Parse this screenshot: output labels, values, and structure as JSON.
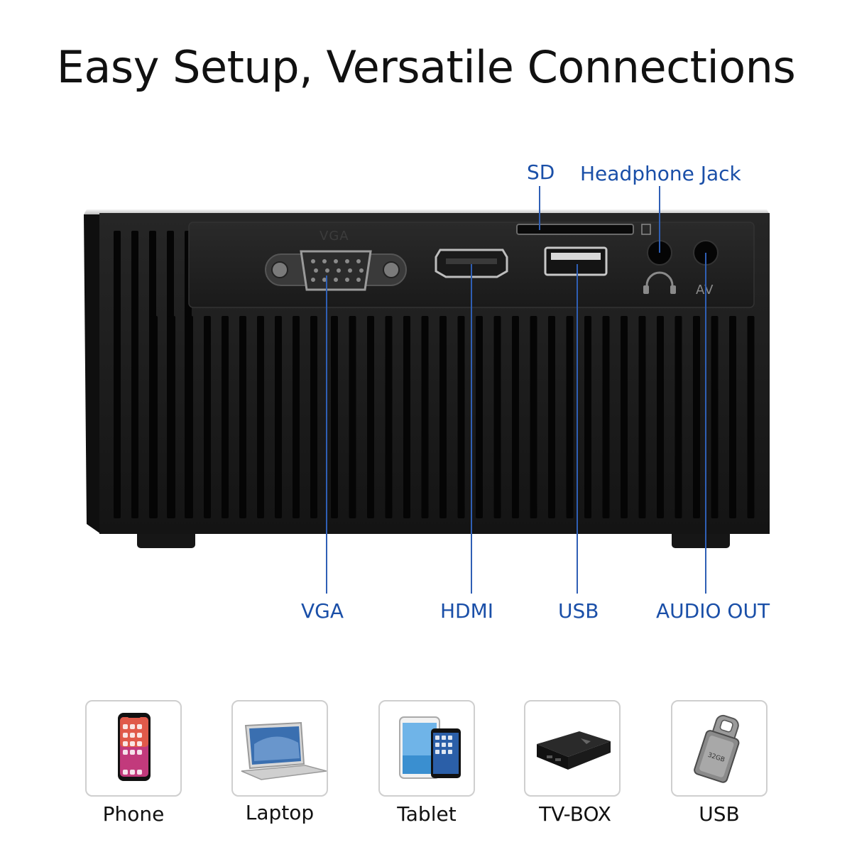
{
  "headline": "Easy Setup, Versatile Connections",
  "callouts": {
    "sd": "SD",
    "headphone": "Headphone Jack",
    "vga": "VGA",
    "hdmi": "HDMI",
    "usb": "USB",
    "audio_out": "AUDIO OUT"
  },
  "port_prints": {
    "vga": "VGA",
    "av": "AV"
  },
  "devices": [
    {
      "label": "Phone",
      "icon": "smartphone-icon"
    },
    {
      "label": "Laptop",
      "icon": "laptop-icon"
    },
    {
      "label": "Tablet",
      "icon": "tablet-icon"
    },
    {
      "label": "TV-BOX",
      "icon": "tv-box-icon"
    },
    {
      "label": "USB",
      "icon": "usb-drive-icon"
    }
  ],
  "usb_drive_capacity": "32GB",
  "colors": {
    "callout": "#1a4fa8",
    "leader_line": "#2f5fb5",
    "projector_body": "#1c1c1c",
    "headline": "#111111"
  }
}
